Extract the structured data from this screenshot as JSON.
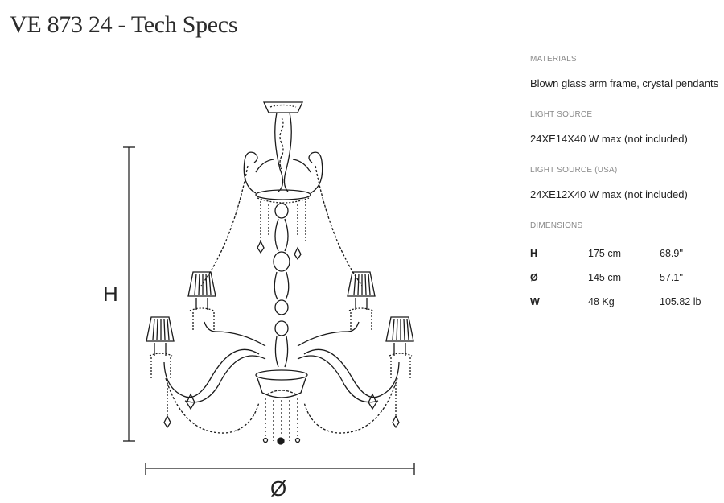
{
  "page": {
    "title": "VE 873 24 - Tech Specs"
  },
  "drawing": {
    "height_symbol": "H",
    "diameter_symbol": "Ø"
  },
  "specs": {
    "materials": {
      "label": "MATERIALS",
      "value": "Blown glass arm frame, crystal pendants"
    },
    "light_source": {
      "label": "LIGHT SOURCE",
      "value": "24XE14X40 W max (not included)"
    },
    "light_source_usa": {
      "label": "LIGHT SOURCE (USA)",
      "value": "24XE12X40 W max (not included)"
    },
    "dimensions": {
      "label": "DIMENSIONS",
      "rows": [
        {
          "key": "H",
          "metric": "175 cm",
          "imperial": "68.9''"
        },
        {
          "key": "Ø",
          "metric": "145 cm",
          "imperial": "57.1''"
        },
        {
          "key": "W",
          "metric": "48 Kg",
          "imperial": "105.82 lb"
        }
      ]
    }
  }
}
